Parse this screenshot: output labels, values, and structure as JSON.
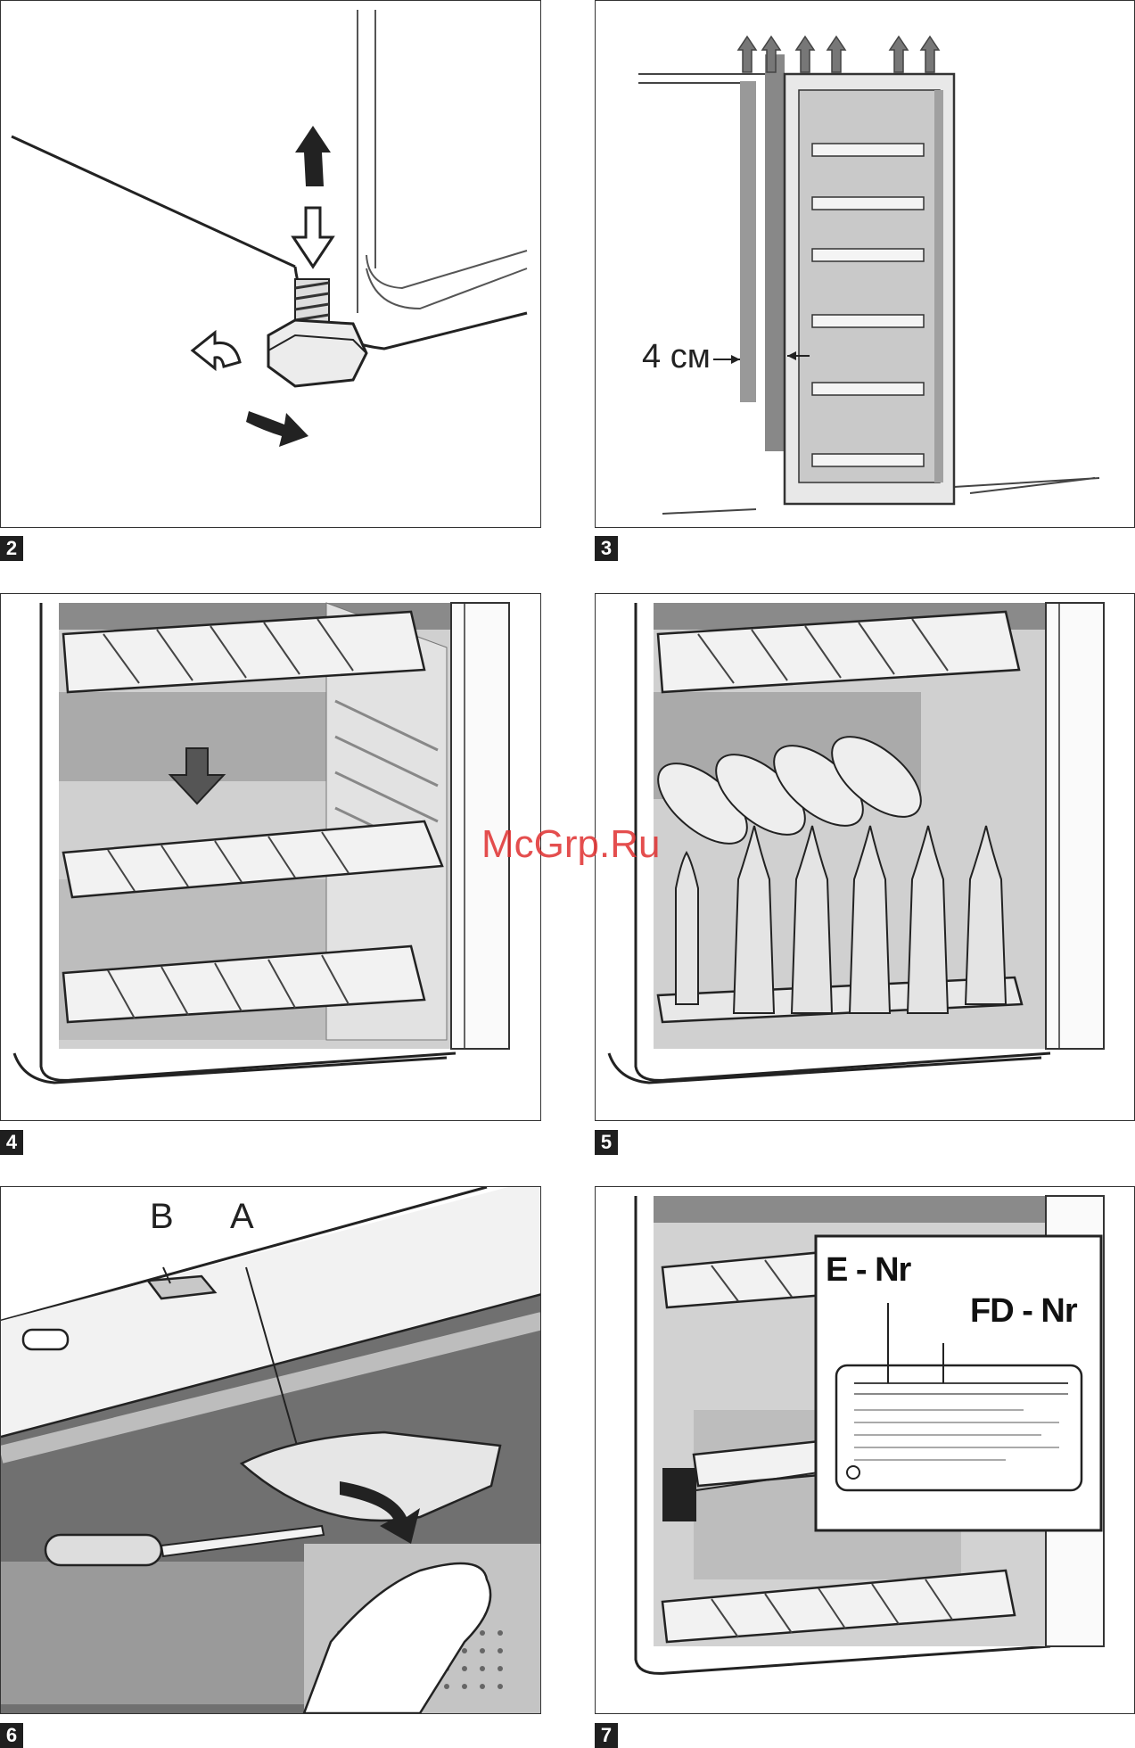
{
  "figures": [
    {
      "number": "2"
    },
    {
      "number": "3",
      "dimension_label": "4 см"
    },
    {
      "number": "4"
    },
    {
      "number": "5"
    },
    {
      "number": "6",
      "label_b": "B",
      "label_a": "A"
    },
    {
      "number": "7",
      "label_enr": "E - Nr",
      "label_fdnr": "FD - Nr"
    }
  ],
  "watermark": "McGrp.Ru"
}
